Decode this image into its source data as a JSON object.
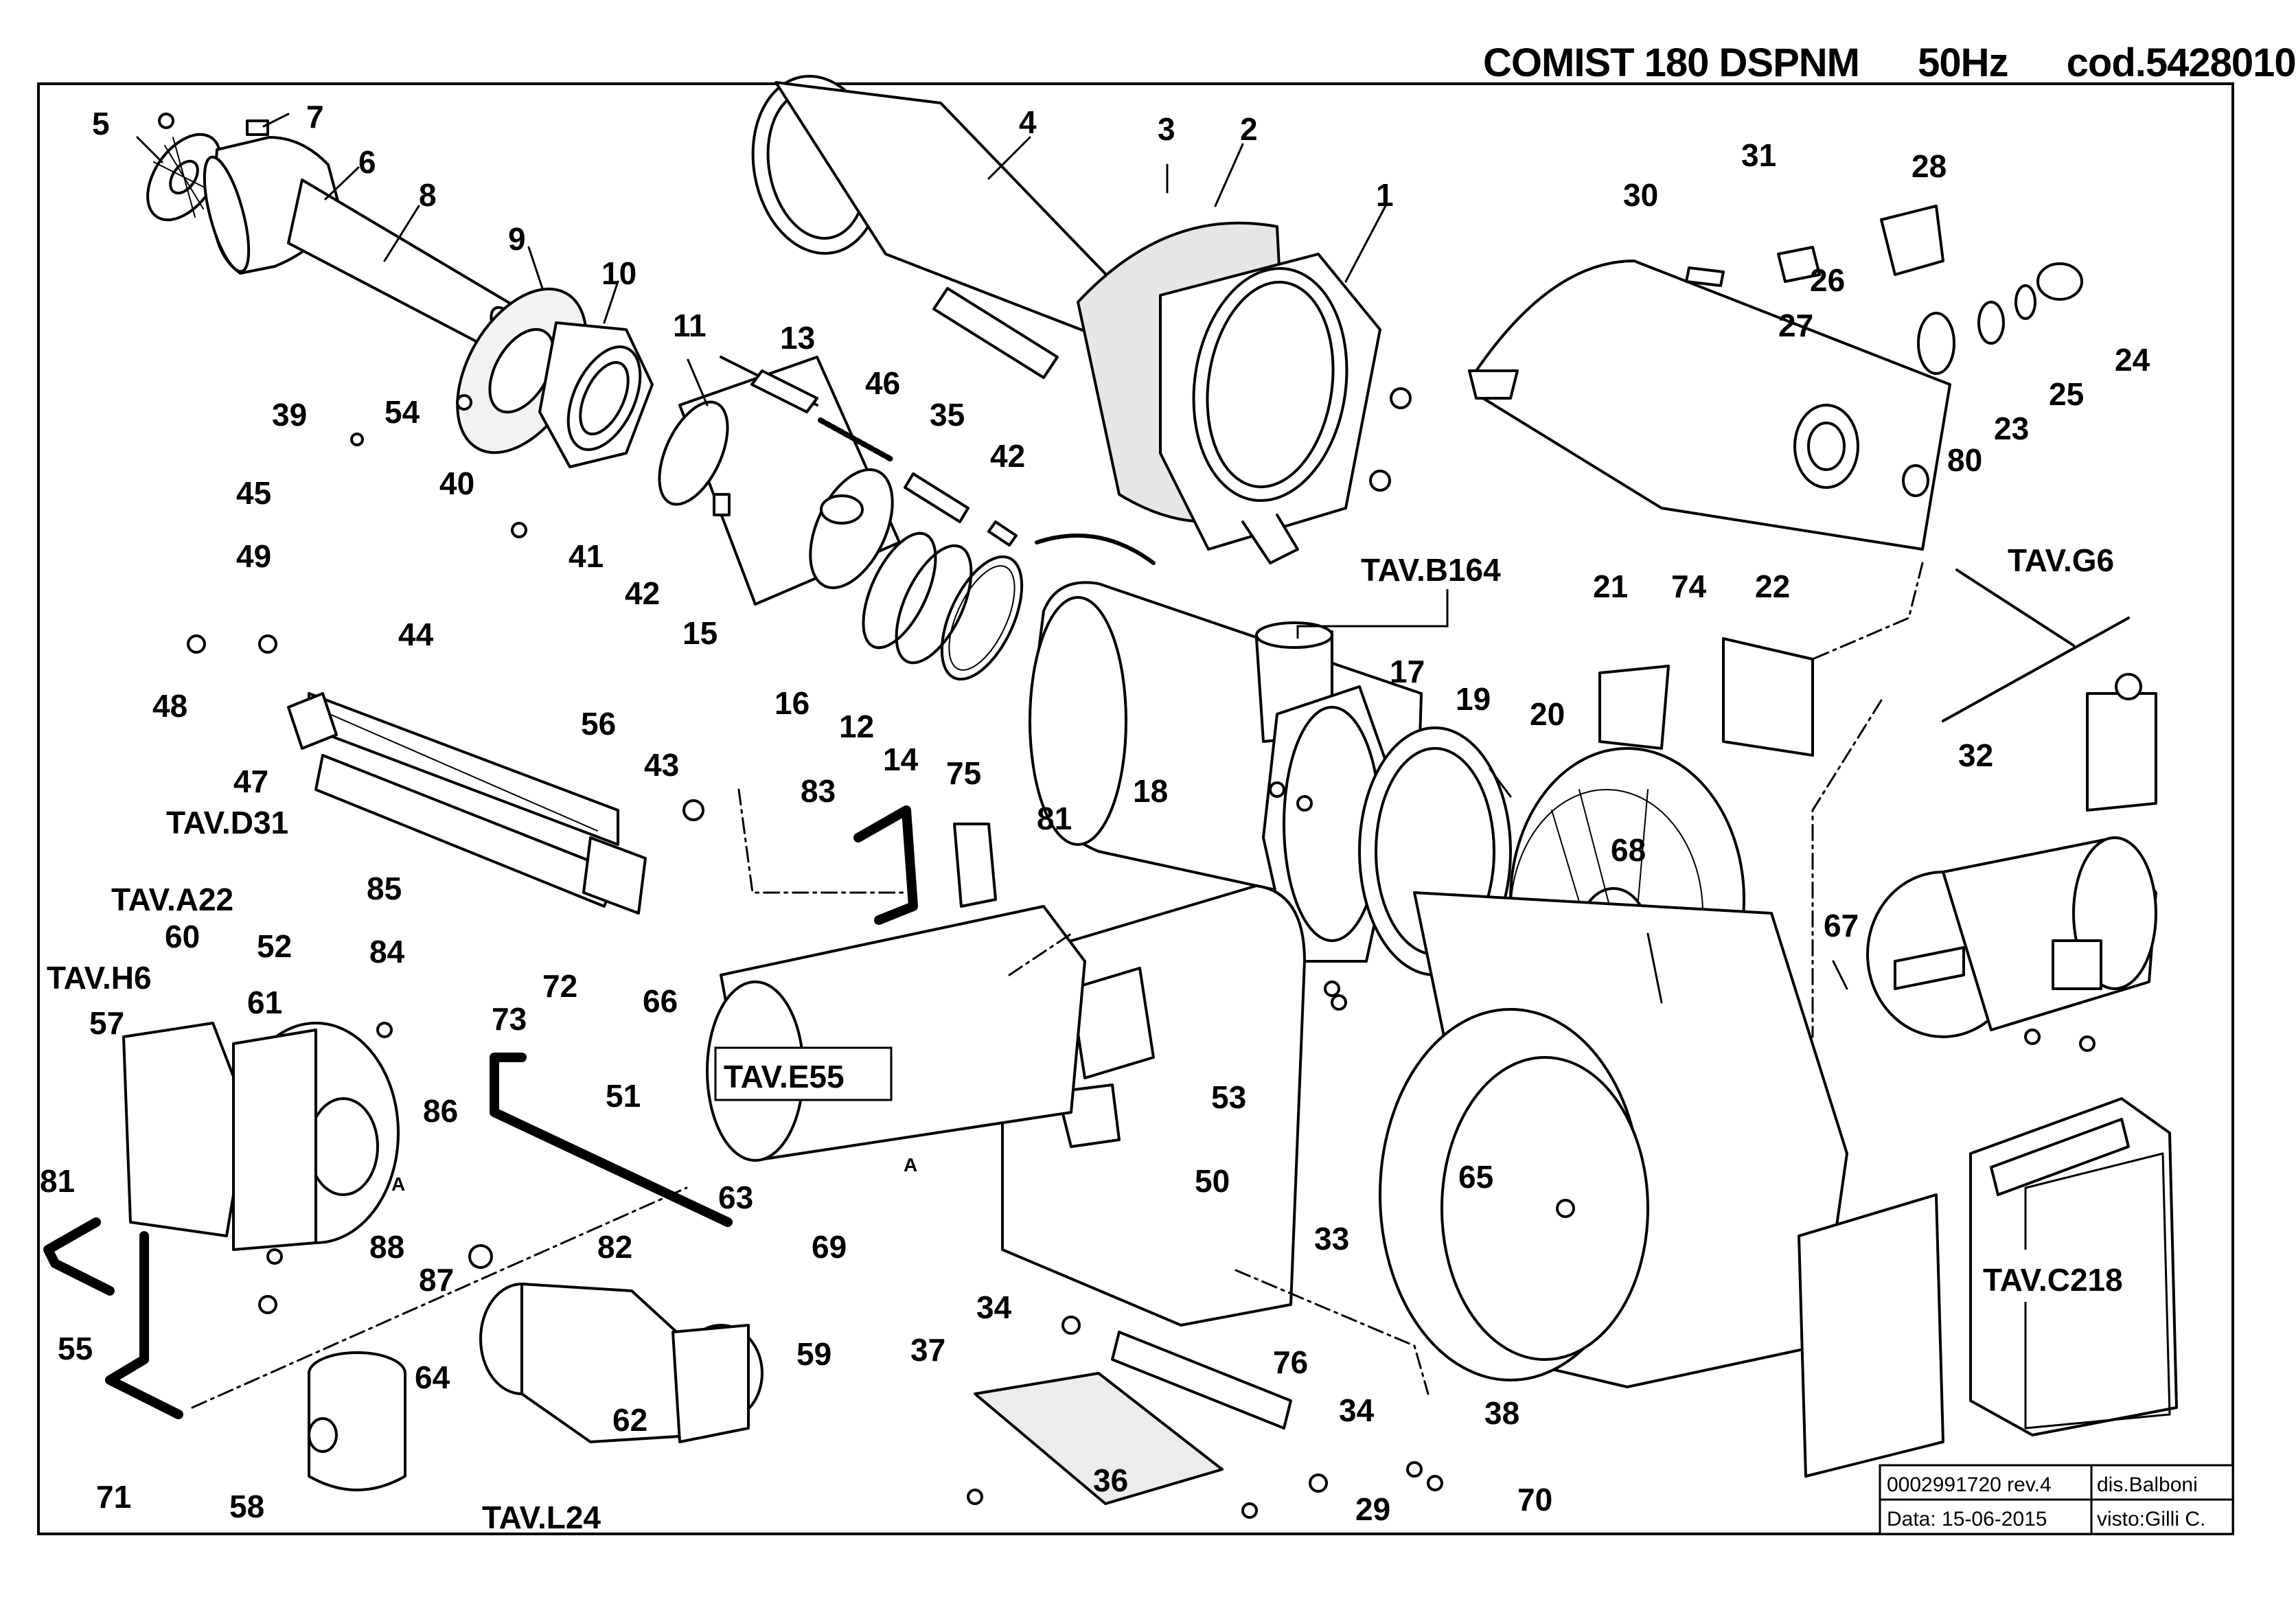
{
  "header": {
    "model": "COMIST 180 DSPNM",
    "frequency": "50Hz",
    "code": "cod.5428010"
  },
  "title_block": {
    "drawing_number": "0002991720 rev.4",
    "drawn_by": "dis.Balboni",
    "date": "Data: 15-06-2015",
    "checked_by": "visto:Gilli C."
  },
  "references": {
    "tav_b164": "TAV.B164",
    "tav_g6": "TAV.G6",
    "tav_d31": "TAV.D31",
    "tav_a22": "TAV.A22",
    "tav_h6": "TAV.H6",
    "tav_e55": "TAV.E55",
    "tav_c218": "TAV.C218",
    "tav_l24": "TAV.L24"
  },
  "connection_marks": [
    "A",
    "A"
  ],
  "part_numbers": {
    "p1": "1",
    "p2": "2",
    "p3": "3",
    "p4": "4",
    "p5": "5",
    "p6": "6",
    "p7": "7",
    "p8": "8",
    "p9": "9",
    "p10": "10",
    "p11": "11",
    "p12": "12",
    "p13": "13",
    "p14": "14",
    "p15": "15",
    "p16": "16",
    "p17": "17",
    "p18": "18",
    "p19": "19",
    "p20": "20",
    "p21": "21",
    "p22": "22",
    "p23": "23",
    "p24": "24",
    "p25": "25",
    "p26": "26",
    "p27": "27",
    "p28": "28",
    "p29": "29",
    "p30": "30",
    "p31": "31",
    "p32": "32",
    "p33": "33",
    "p34a": "34",
    "p34b": "34",
    "p35": "35",
    "p36": "36",
    "p37": "37",
    "p38": "38",
    "p39": "39",
    "p40": "40",
    "p41": "41",
    "p42a": "42",
    "p42b": "42",
    "p43": "43",
    "p44": "44",
    "p45": "45",
    "p46": "46",
    "p47": "47",
    "p48": "48",
    "p49": "49",
    "p50": "50",
    "p51": "51",
    "p52": "52",
    "p53": "53",
    "p54": "54",
    "p55": "55",
    "p56": "56",
    "p57": "57",
    "p58": "58",
    "p59": "59",
    "p60": "60",
    "p61": "61",
    "p62": "62",
    "p63": "63",
    "p64": "64",
    "p65": "65",
    "p66": "66",
    "p67": "67",
    "p68": "68",
    "p69": "69",
    "p70": "70",
    "p71": "71",
    "p72": "72",
    "p73": "73",
    "p74": "74",
    "p75": "75",
    "p76": "76",
    "p80": "80",
    "p81a": "81",
    "p81b": "81",
    "p82": "82",
    "p83": "83",
    "p84": "84",
    "p85": "85",
    "p86": "86",
    "p87": "87",
    "p88": "88"
  }
}
